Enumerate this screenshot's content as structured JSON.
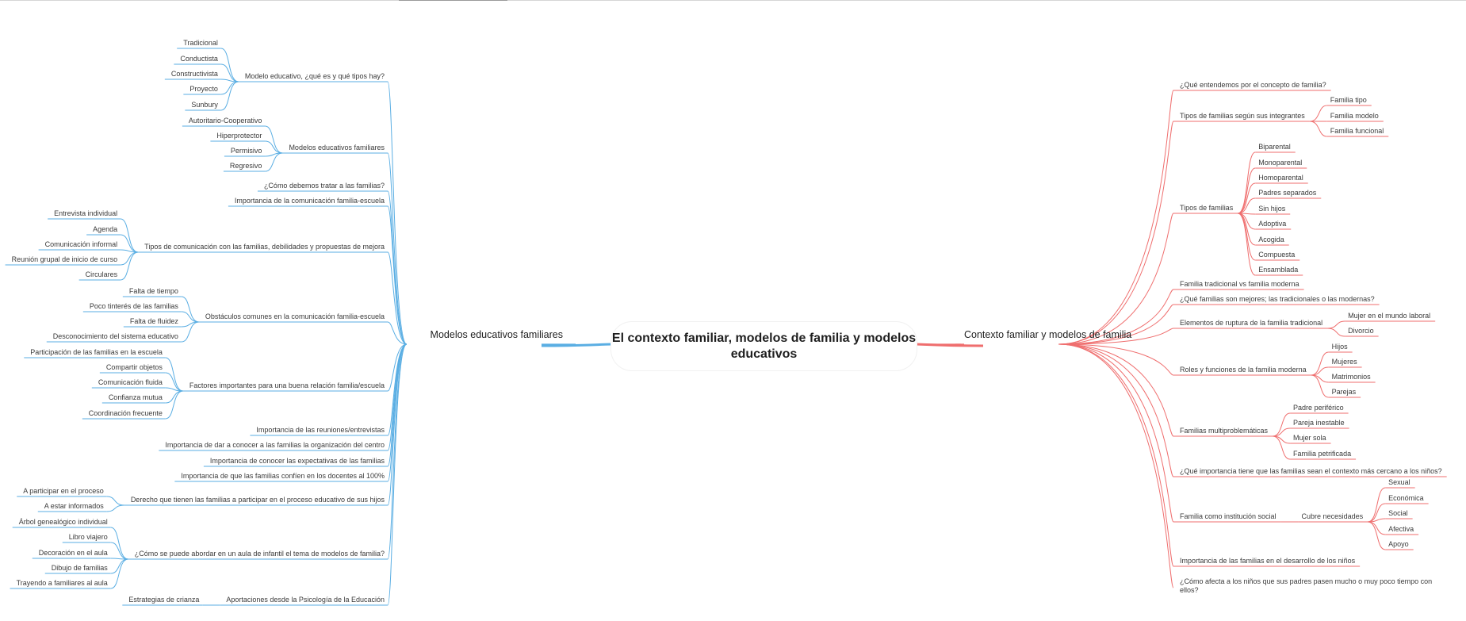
{
  "colors": {
    "left_branch": "#5aaee3",
    "right_branch": "#ef6e6e",
    "text": "#3a3a3a"
  },
  "center": {
    "title": "El contexto familiar, modelos de familia y modelos educativos"
  },
  "left": {
    "title": "Modelos educativos familiares",
    "subs": [
      {
        "label": "Modelo educativo, ¿qué es y qué tipos hay?",
        "children": [
          "Tradicional",
          "Conductista",
          "Constructivista",
          "Proyecto",
          "Sunbury"
        ]
      },
      {
        "label": "Modelos educativos familiares",
        "children": [
          "Autoritario-Cooperativo",
          "Hiperprotector",
          "Permisivo",
          "Regresivo"
        ]
      },
      {
        "label": "¿Cómo debemos tratar a las familias?",
        "children": []
      },
      {
        "label": "Importancia de la comunicación familia-escuela",
        "children": []
      },
      {
        "label": "Tipos de comunicación con las familias, debilidades y propuestas de mejora",
        "children": [
          "Entrevista individual",
          "Agenda",
          "Comunicación informal",
          "Reunión grupal de inicio de curso",
          "Circulares"
        ]
      },
      {
        "label": "Obstáculos comunes en la comunicación familia-escuela",
        "children": [
          "Falta de tiempo",
          "Poco tinterés de las familias",
          "Falta de fluidez",
          "Desconocimiento del sistema educativo"
        ]
      },
      {
        "label": "Factores importantes para una buena relación familia/escuela",
        "children": [
          "Participación de las familias en la escuela",
          "Compartir objetos",
          "Comunicación fluida",
          "Confianza mutua",
          "Coordinación frecuente"
        ]
      },
      {
        "label": "Importancia de las reuniones/entrevistas",
        "children": []
      },
      {
        "label": "Importancia de dar a conocer a las familias la organización del centro",
        "children": []
      },
      {
        "label": "Importancia de conocer las expectativas de las familias",
        "children": []
      },
      {
        "label": "Importancia de que las familias confíen en los docentes al 100%",
        "children": []
      },
      {
        "label": "Derecho que tienen las familias a participar en el proceso educativo de sus hijos",
        "children": [
          "A participar en el proceso",
          "A estar informados"
        ]
      },
      {
        "label": "¿Cómo se puede abordar en un aula de infantil el tema de modelos de familia?",
        "children": [
          "Árbol genealógico individual",
          "Libro viajero",
          "Decoración en el aula",
          "Dibujo de familias",
          "Trayendo a familiares al aula"
        ]
      },
      {
        "label": "Aportaciones desde la Psicología de la Educación",
        "children": [
          "Estrategias de crianza"
        ]
      }
    ]
  },
  "right": {
    "title": "Contexto familiar y modelos de familia",
    "subs": [
      {
        "label": "¿Qué entendemos por el concepto de  familia?",
        "children": []
      },
      {
        "label": "Tipos de familias según sus integrantes",
        "children": [
          "Familia tipo",
          "Familia modelo",
          "Familia funcional"
        ]
      },
      {
        "label": "Tipos de familias",
        "children": [
          "Biparental",
          "Monoparental",
          "Homoparental",
          "Padres separados",
          "Sin hijos",
          "Adoptiva",
          "Acogida",
          "Compuesta",
          "Ensamblada"
        ]
      },
      {
        "label": "Familia tradicional vs familia moderna",
        "children": []
      },
      {
        "label": "¿Qué familias son mejores; las tradicionales o las modernas?",
        "children": []
      },
      {
        "label": "Elementos de ruptura de la familia tradicional",
        "children": [
          "Mujer en el mundo laboral",
          "Divorcio"
        ]
      },
      {
        "label": "Roles y funciones de la familia moderna",
        "children": [
          "Hijos",
          "Mujeres",
          "Matrimonios",
          "Parejas"
        ]
      },
      {
        "label": "Familias multiproblemáticas",
        "children": [
          "Padre periférico",
          "Pareja inestable",
          "Mujer sola",
          "Familia petrificada"
        ]
      },
      {
        "label": "¿Qué importancia tiene que las familias sean el contexto más cercano a los niños?",
        "children": []
      },
      {
        "label": "Familia como institución social",
        "children": [],
        "mid": "Cubre necesidades",
        "grandchildren": [
          "Sexual",
          "Económica",
          "Social",
          "Afectiva",
          "Apoyo"
        ]
      },
      {
        "label": "Importancia de las familias en el desarrollo de los niños",
        "children": []
      },
      {
        "label": "¿Cómo afecta a los niños que sus padres pasen mucho o muy poco tiempo con ellos?",
        "children": []
      }
    ]
  }
}
